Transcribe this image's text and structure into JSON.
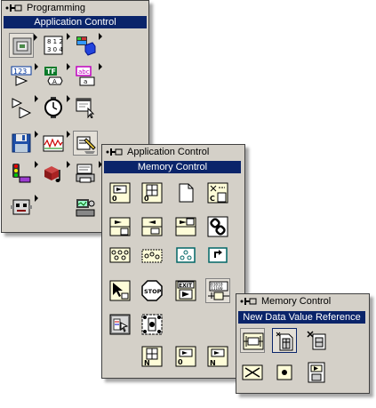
{
  "programming_palette": {
    "title": "Programming",
    "header": "Application Control"
  },
  "app_control_palette": {
    "title": "Application Control",
    "header": "Memory Control"
  },
  "memory_control_palette": {
    "title": "Memory Control",
    "header": "New Data Value Reference"
  },
  "icon_text": {
    "num": "123",
    "tf": "TF",
    "abc": "abc",
    "letter_a": "A",
    "letter_aa": "a",
    "exit": "EXIT",
    "stop": "STOP",
    "bits1": "01010",
    "bits2": "11100",
    "n": "N",
    "zero": "0",
    "c": "C"
  },
  "colors": {
    "accent": "#0a246a",
    "face": "#d4d0c8"
  }
}
